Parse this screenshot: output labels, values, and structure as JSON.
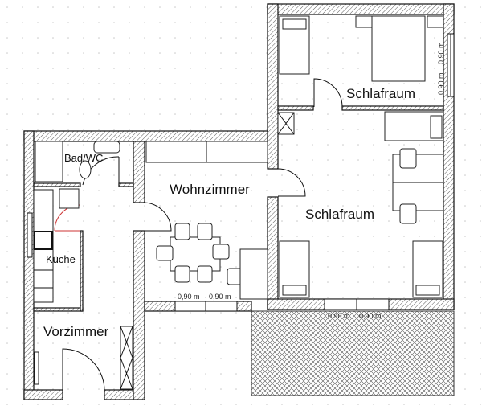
{
  "rooms": {
    "bath": "Bad/WC",
    "living": "Wohnzimmer",
    "kitchen": "Küche",
    "hall": "Vorzimmer",
    "bedroom_top": "Schlafraum",
    "bedroom_main": "Schlafraum"
  },
  "dimensions": {
    "living_window_1": "0,90 m",
    "living_window_2": "0,90 m",
    "bedroom_window_1": "0,90 m",
    "bedroom_window_2": "0,90 m",
    "side_window_1": "0,90 m",
    "side_window_2": "0,90 m"
  },
  "colors": {
    "line": "#111111",
    "grid_dot": "#c8c8c8",
    "kitchen_door": "#cc3333"
  }
}
